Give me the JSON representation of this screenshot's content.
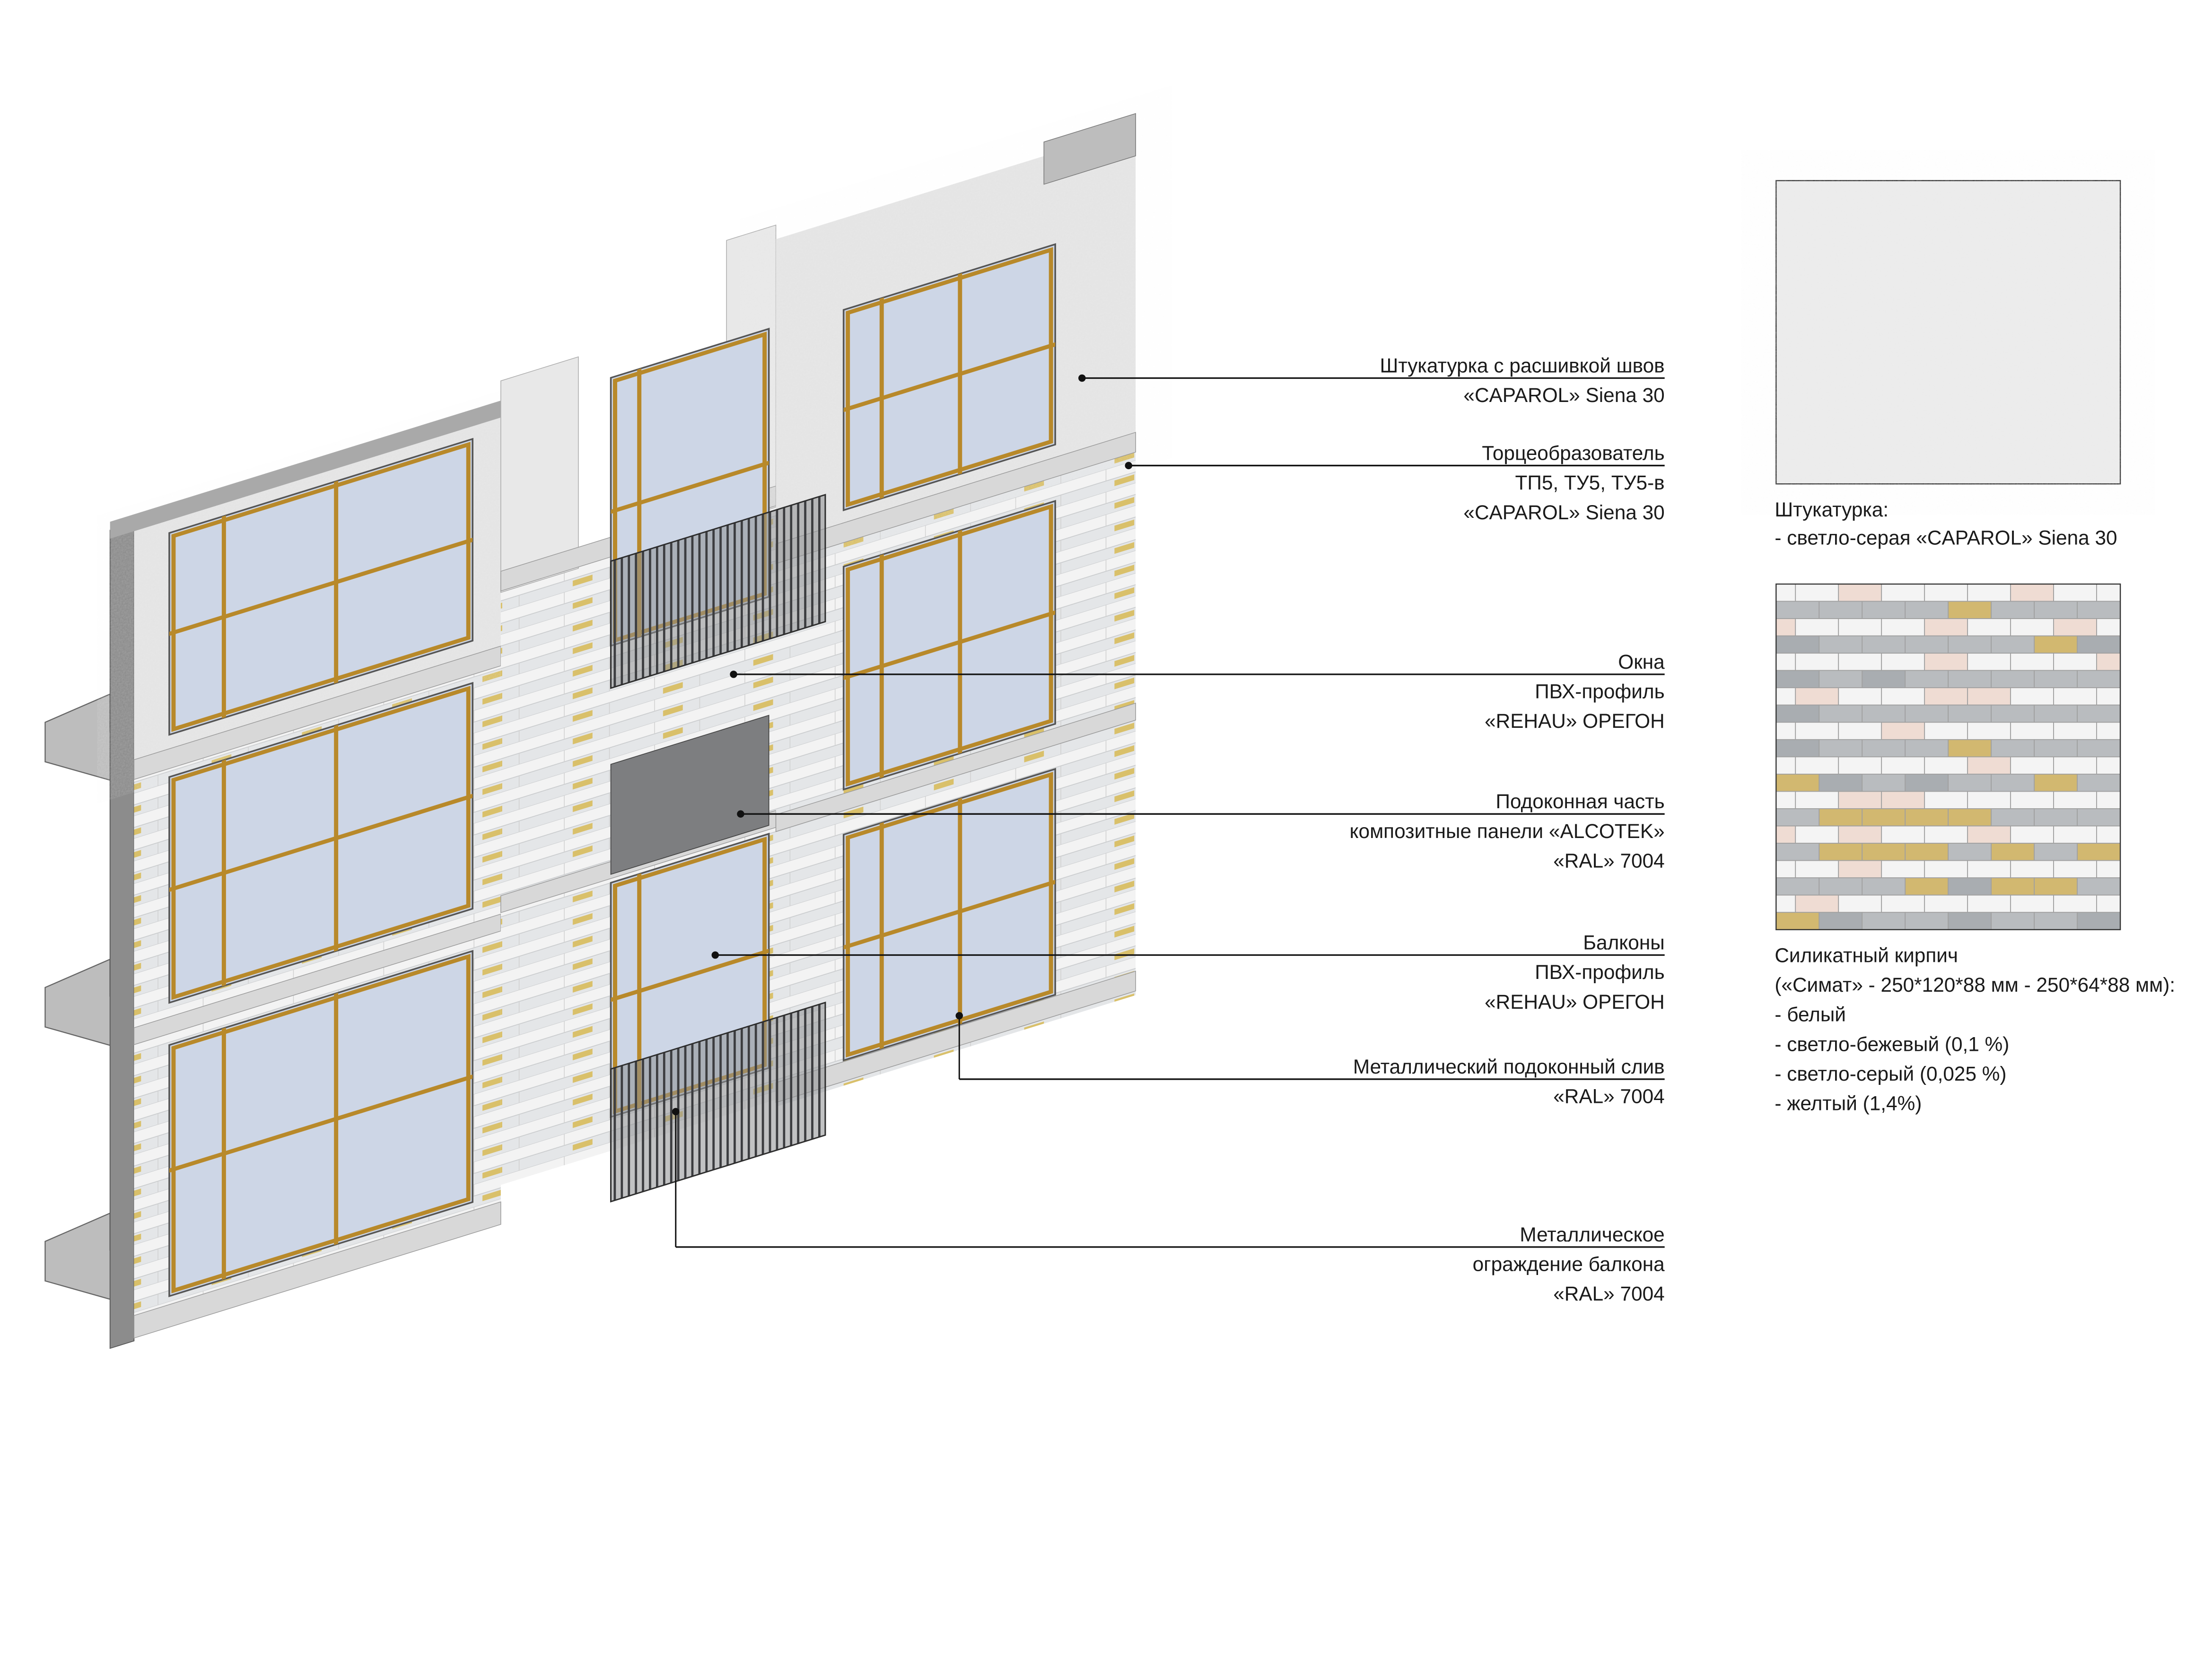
{
  "colors": {
    "plaster": "#e3e3e3",
    "brick_white": "#f4f4f4",
    "brick_grey": "#b9bcbf",
    "brick_beige": "#efdcd3",
    "brick_yellow": "#d2b870",
    "frame": "#b8892a",
    "glass": "#cdd6e6",
    "ral7004": "#7d7e80",
    "leader": "#111111"
  },
  "callouts": [
    {
      "title": "Штукатурка с расшивкой швов",
      "lines": [
        "«CAPAROL» Siena 30"
      ]
    },
    {
      "title": "Торцеобразователь",
      "lines": [
        "ТП5, ТУ5, ТУ5-в",
        "«CAPAROL» Siena 30"
      ]
    },
    {
      "title": "Окна",
      "lines": [
        "ПВХ-профиль",
        "«REHAU» ОРЕГОН"
      ]
    },
    {
      "title": "Подоконная часть",
      "lines": [
        "композитные панели «ALCOTEK»",
        "«RAL» 7004"
      ]
    },
    {
      "title": "Балконы",
      "lines": [
        "ПВХ-профиль",
        "«REHAU» ОРЕГОН"
      ]
    },
    {
      "title": "Металлический подоконный слив",
      "lines": [
        "«RAL» 7004"
      ]
    },
    {
      "title": "Металлическое",
      "lines": [
        "ограждение балкона",
        "«RAL» 7004"
      ]
    }
  ],
  "swatches": {
    "plaster": {
      "title": "Штукатурка:",
      "items": [
        "- светло-серая «CAPAROL» Siena 30"
      ]
    },
    "brick": {
      "title": "Силикатный кирпич",
      "items": [
        "(«Симат» - 250*120*88 мм - 250*64*88 мм):",
        "- белый",
        "- светло-бежевый (0,1 %)",
        "- светло-серый (0,025 %)",
        "- желтый (1,4%)"
      ]
    }
  }
}
